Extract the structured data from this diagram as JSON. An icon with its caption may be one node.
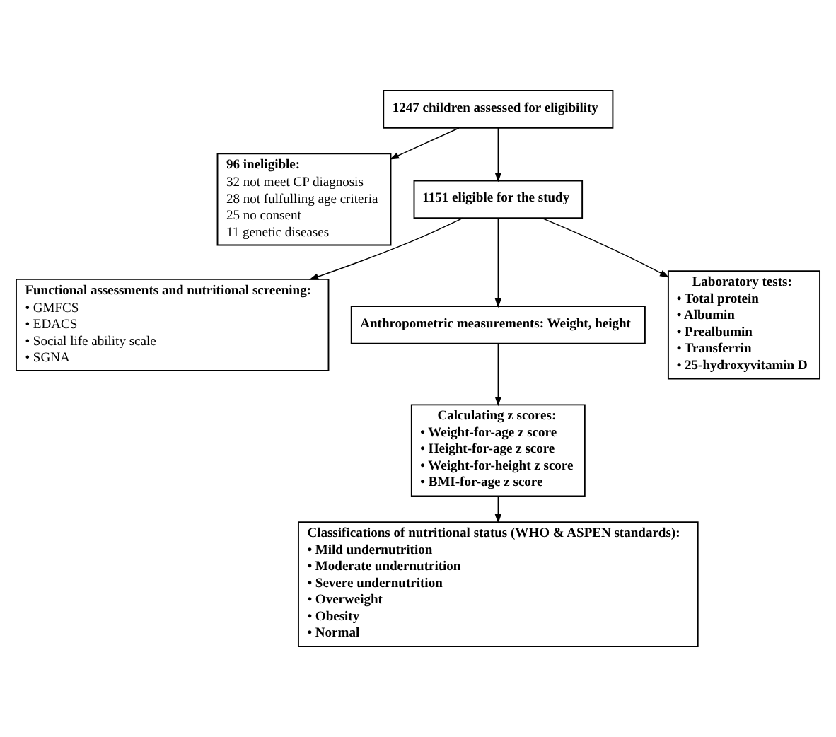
{
  "diagram": {
    "nodes": [
      {
        "text": [
          "1247 children assessed for eligibility"
        ]
      },
      {
        "text": [
          "96 ineligible:",
          "32 not meet CP diagnosis",
          "28 not fulfulling age criteria",
          "25 no consent",
          "11 genetic diseases"
        ]
      },
      {
        "text": [
          "1151 eligible for the study"
        ]
      },
      {
        "text": [
          "Functional assessments and nutritional screening:",
          "• GMFCS",
          "• EDACS",
          "• Social life ability scale",
          "• SGNA"
        ]
      },
      {
        "text": [
          "Anthropometric measurements: Weight, height"
        ]
      },
      {
        "text": [
          "Laboratory tests:",
          "• Total protein",
          "• Albumin",
          "• Prealbumin",
          "• Transferrin",
          "• 25-hydroxyvitamin D"
        ]
      },
      {
        "text": [
          "Calculating z scores:",
          "• Weight-for-age z score",
          "• Height-for-age z score",
          "• Weight-for-height z score",
          "• BMI-for-age z score"
        ]
      },
      {
        "text": [
          "Classifications of nutritional status (WHO & ASPEN standards):",
          "• Mild undernutrition",
          "• Moderate undernutrition",
          "• Severe undernutrition",
          "• Overweight",
          "• Obesity",
          "• Normal"
        ]
      }
    ],
    "edges": [
      {
        "from": 0,
        "to": 2,
        "arrow": "to"
      },
      {
        "from": 0,
        "to": 1,
        "arrow": "to"
      },
      {
        "from": 2,
        "to": 3,
        "arrow": "to"
      },
      {
        "from": 2,
        "to": 4,
        "arrow": "to"
      },
      {
        "from": 2,
        "to": 5,
        "arrow": "to"
      },
      {
        "from": 4,
        "to": 6,
        "arrow": "to"
      },
      {
        "from": 6,
        "to": 7,
        "arrow": "to"
      }
    ]
  }
}
